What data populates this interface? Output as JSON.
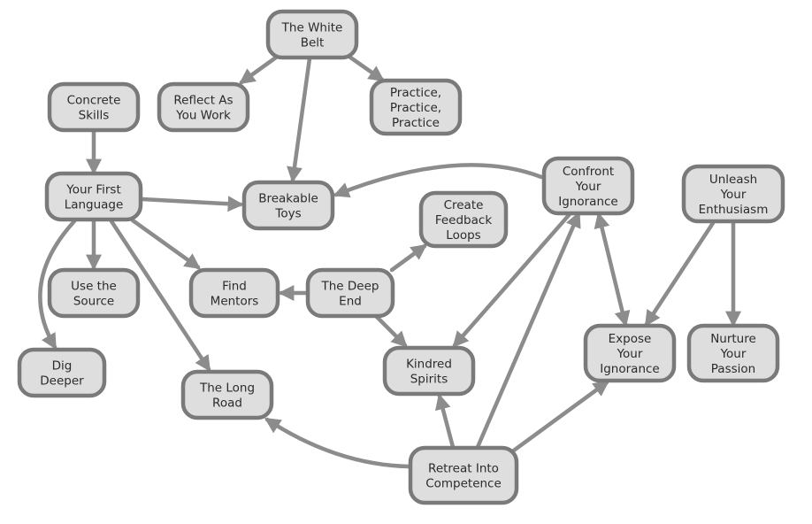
{
  "nodes": [
    {
      "id": "white-belt",
      "lines": [
        "The White",
        "Belt"
      ]
    },
    {
      "id": "reflect",
      "lines": [
        "Reflect As",
        "You Work"
      ]
    },
    {
      "id": "practice",
      "lines": [
        "Practice,",
        "Practice,",
        "Practice"
      ]
    },
    {
      "id": "concrete-skills",
      "lines": [
        "Concrete",
        "Skills"
      ]
    },
    {
      "id": "first-language",
      "lines": [
        "Your First",
        "Language"
      ]
    },
    {
      "id": "breakable-toys",
      "lines": [
        "Breakable",
        "Toys"
      ]
    },
    {
      "id": "confront",
      "lines": [
        "Confront",
        "Your",
        "Ignorance"
      ]
    },
    {
      "id": "unleash",
      "lines": [
        "Unleash",
        "Your",
        "Enthusiasm"
      ]
    },
    {
      "id": "feedback-loops",
      "lines": [
        "Create",
        "Feedback",
        "Loops"
      ]
    },
    {
      "id": "use-source",
      "lines": [
        "Use the",
        "Source"
      ]
    },
    {
      "id": "find-mentors",
      "lines": [
        "Find",
        "Mentors"
      ]
    },
    {
      "id": "deep-end",
      "lines": [
        "The Deep",
        "End"
      ]
    },
    {
      "id": "dig-deeper",
      "lines": [
        "Dig",
        "Deeper"
      ]
    },
    {
      "id": "kindred-spirits",
      "lines": [
        "Kindred",
        "Spirits"
      ]
    },
    {
      "id": "expose",
      "lines": [
        "Expose",
        "Your",
        "Ignorance"
      ]
    },
    {
      "id": "nurture",
      "lines": [
        "Nurture",
        "Your",
        "Passion"
      ]
    },
    {
      "id": "long-road",
      "lines": [
        "The Long",
        "Road"
      ]
    },
    {
      "id": "retreat",
      "lines": [
        "Retreat Into",
        "Competence"
      ]
    }
  ],
  "edges": [
    {
      "from": "white-belt",
      "to": "reflect"
    },
    {
      "from": "white-belt",
      "to": "practice"
    },
    {
      "from": "white-belt",
      "to": "breakable-toys"
    },
    {
      "from": "concrete-skills",
      "to": "first-language"
    },
    {
      "from": "first-language",
      "to": "breakable-toys"
    },
    {
      "from": "first-language",
      "to": "use-source"
    },
    {
      "from": "first-language",
      "to": "find-mentors"
    },
    {
      "from": "first-language",
      "to": "dig-deeper"
    },
    {
      "from": "first-language",
      "to": "long-road"
    },
    {
      "from": "confront",
      "to": "breakable-toys"
    },
    {
      "from": "confront",
      "to": "kindred-spirits"
    },
    {
      "from": "confront",
      "to": "expose",
      "bidirectional": true
    },
    {
      "from": "deep-end",
      "to": "find-mentors"
    },
    {
      "from": "deep-end",
      "to": "feedback-loops"
    },
    {
      "from": "deep-end",
      "to": "kindred-spirits"
    },
    {
      "from": "unleash",
      "to": "expose"
    },
    {
      "from": "unleash",
      "to": "nurture"
    },
    {
      "from": "retreat",
      "to": "long-road"
    },
    {
      "from": "retreat",
      "to": "kindred-spirits"
    },
    {
      "from": "retreat",
      "to": "confront"
    },
    {
      "from": "retreat",
      "to": "expose"
    }
  ],
  "colors": {
    "node_fill": "#dedede",
    "node_stroke": "#7a7a7a",
    "edge": "#8c8c8c",
    "text": "#2b2b2b"
  }
}
